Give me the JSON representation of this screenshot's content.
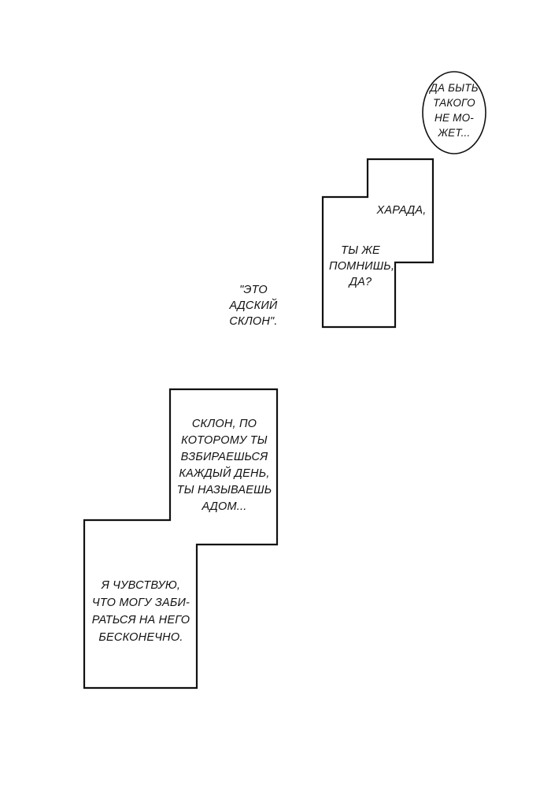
{
  "bubble_top_right": {
    "lines": [
      "ДА БЫТЬ",
      "ТАКОГО",
      "НЕ МО-",
      "ЖЕТ..."
    ]
  },
  "box_harada": {
    "line1": [
      "ХАРАДА,"
    ],
    "line2": [
      "ТЫ ЖЕ",
      "ПОМНИШЬ,",
      "ДА?"
    ]
  },
  "quote_slope": {
    "lines": [
      "\"ЭТО",
      "АДСКИЙ",
      "СКЛОН\"."
    ]
  },
  "box_climb": {
    "lines": [
      "СКЛОН, ПО",
      "КОТОРОМУ ТЫ",
      "ВЗБИРАЕШЬСЯ",
      "КАЖДЫЙ ДЕНЬ,",
      "ТЫ НАЗЫВАЕШЬ",
      "АДОМ..."
    ]
  },
  "box_endless": {
    "lines": [
      "Я ЧУВСТВУЮ,",
      "ЧТО МОГУ ЗАБИ-",
      "РАТЬСЯ НА НЕГО",
      "БЕСКОНЕЧНО."
    ]
  }
}
